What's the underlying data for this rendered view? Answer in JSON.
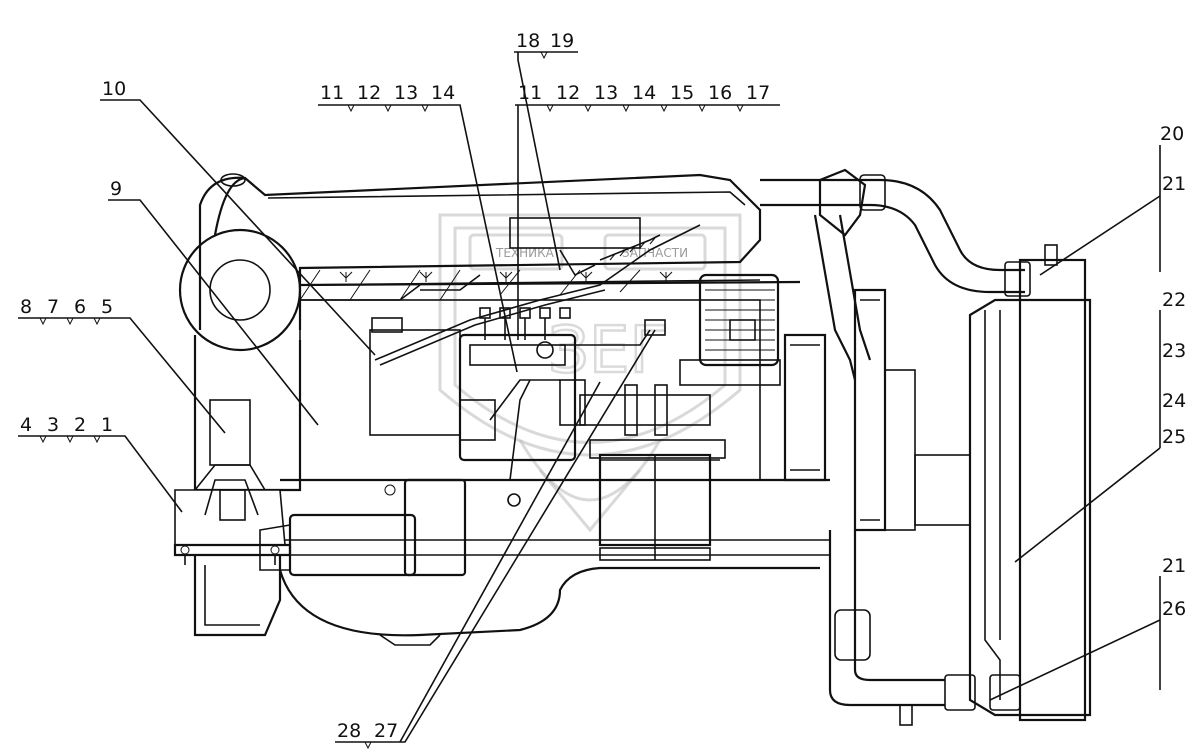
{
  "watermark": {
    "left_text": "ТЕХНИКА",
    "right_text": "ЗАПЧАСТИ",
    "logo_text": "ЗЕГ"
  },
  "callouts": {
    "g1": [
      "8",
      "7",
      "6",
      "5"
    ],
    "g2": [
      "4",
      "3",
      "2",
      "1"
    ],
    "g3": [
      "11",
      "12",
      "13",
      "14"
    ],
    "g4": [
      "11",
      "12",
      "13",
      "14",
      "15",
      "16",
      "17"
    ],
    "g5": [
      "18",
      "19"
    ],
    "g6": [
      "28",
      "27"
    ],
    "l9": "9",
    "l10": "10",
    "l20": "20",
    "l21a": "21",
    "l22": "22",
    "l23": "23",
    "l24": "24",
    "l25": "25",
    "l21b": "21",
    "l26": "26"
  }
}
